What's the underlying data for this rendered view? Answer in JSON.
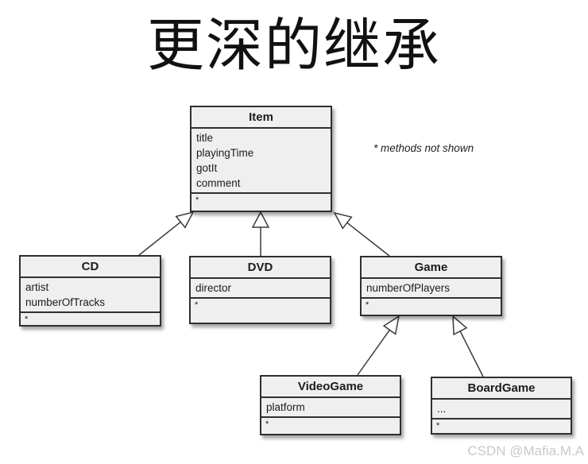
{
  "slide": {
    "title": "更深的继承"
  },
  "annotation": "* methods not shown",
  "watermark": "CSDN @Mafia.M.A",
  "colors": {
    "background": "#ffffff",
    "box_fill": "#efefef",
    "box_border": "#2f2f2f",
    "connector": "#3a3a3a",
    "text": "#1c1c1c",
    "watermark_text": "#c9c9c9"
  },
  "diagram": {
    "type": "uml-class-diagram",
    "classes": [
      {
        "name": "Item",
        "attributes": [
          "title",
          "playingTime",
          "gotIt",
          "comment"
        ],
        "methods_placeholder": "*"
      },
      {
        "name": "CD",
        "attributes": [
          "artist",
          "numberOfTracks"
        ],
        "methods_placeholder": "*"
      },
      {
        "name": "DVD",
        "attributes": [
          "director"
        ],
        "methods_placeholder": "*"
      },
      {
        "name": "Game",
        "attributes": [
          "numberOfPlayers"
        ],
        "methods_placeholder": "*"
      },
      {
        "name": "VideoGame",
        "attributes": [
          "platform"
        ],
        "methods_placeholder": "*"
      },
      {
        "name": "BoardGame",
        "attributes": [
          "..."
        ],
        "methods_placeholder": "*"
      }
    ],
    "relations": [
      {
        "from": "CD",
        "to": "Item",
        "type": "generalization"
      },
      {
        "from": "DVD",
        "to": "Item",
        "type": "generalization"
      },
      {
        "from": "Game",
        "to": "Item",
        "type": "generalization"
      },
      {
        "from": "VideoGame",
        "to": "Game",
        "type": "generalization"
      },
      {
        "from": "BoardGame",
        "to": "Game",
        "type": "generalization"
      }
    ]
  }
}
